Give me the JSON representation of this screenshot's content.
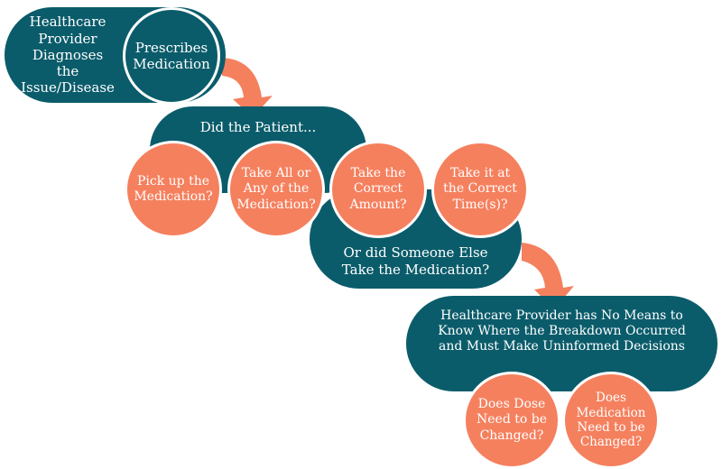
{
  "colors": {
    "teal": "#0b5c6b",
    "orange": "#f5805e",
    "white": "#ffffff"
  },
  "step1": {
    "diagnose": "Healthcare\nProvider\nDiagnoses the\nIssue/Disease",
    "prescribe": "Prescribes\nMedication"
  },
  "step2": {
    "question": "Did the Patient...",
    "options": [
      "Pick up the\nMedication?",
      "Take All or\nAny of the\nMedication?",
      "Take the\nCorrect\nAmount?",
      "Take it at\nthe Correct\nTime(s)?"
    ],
    "alternative": "Or did Someone Else\nTake the Medication?"
  },
  "step3": {
    "outcome": "Healthcare Provider has No Means to\nKnow Where the Breakdown Occurred\nand Must Make Uninformed Decisions",
    "questions": [
      "Does Dose\nNeed to be\nChanged?",
      "Does\nMedication\nNeed to be\nChanged?"
    ]
  }
}
